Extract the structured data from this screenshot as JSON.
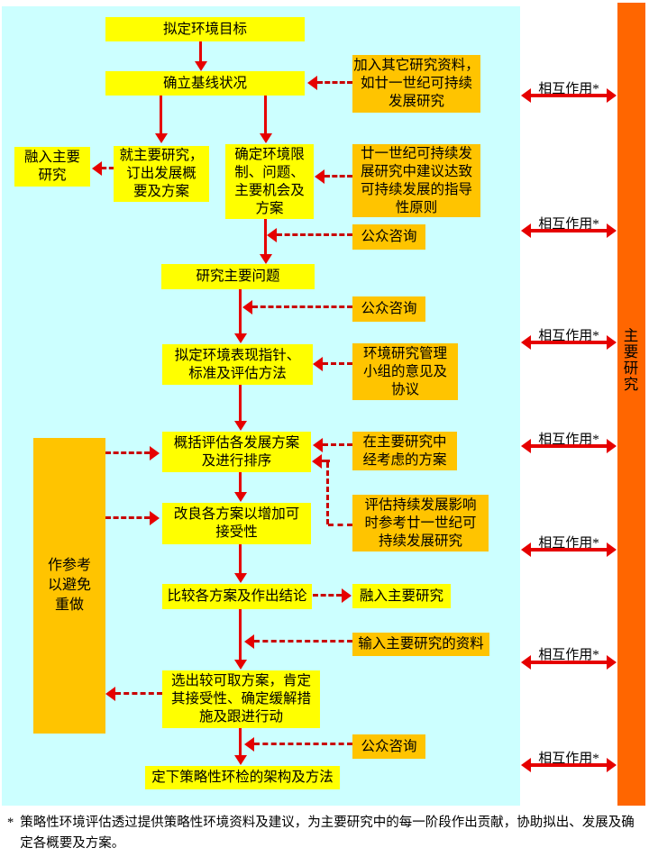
{
  "diagram": {
    "interaction_label": "相互作用*",
    "main_study_label": "主要研究",
    "footnote_marker": "*",
    "footnote": "策略性环境评估透过提供策略性环境资料及建议，为主要研究中的每一阶段作出贡献，协助拟出、发展及确定各概要及方案。",
    "colors": {
      "background_panel": "#ccffff",
      "process_box": "#ffff00",
      "input_box": "#ffc400",
      "main_study_bar": "#ff6600",
      "arrow": "#e60000"
    },
    "nodes": {
      "set_env_goals": "拟定环境目标",
      "establish_baseline": "确立基线状况",
      "merge_main_study_left": "融入主要\n研究",
      "draft_development_brief": "就主要研究，\n订出发展概\n要及方案",
      "identify_constraints": "确定环境限\n制、问题、\n主要机会及\n方案",
      "add_other_study_data": "加入其它研究资料，\n如廿一世纪可持续\n发展研究",
      "century21_principles": "廿一世纪可持续发\n展研究中建议达致\n可持续发展的指导\n性原则",
      "public_consultation_1": "公众咨询",
      "study_key_issues": "研究主要问题",
      "public_consultation_2": "公众咨询",
      "set_performance_indicators": "拟定环境表现指针、\n标准及评估方法",
      "management_group_views": "环境研究管理\n小组的意见及\n协议",
      "evaluate_rank_options": "概括评估各发展方案\n及进行排序",
      "options_considered": "在主要研究中\n经考虑的方案",
      "improve_options": "改良各方案以增加可\n接受性",
      "sustainability_reference": "评估持续发展影响\n时参考廿一世纪可\n持续发展研究",
      "reference_avoid_duplication": "作参考\n以避免\n重做",
      "compare_options_conclude": "比较各方案及作出结论",
      "merge_main_study_right": "融入主要研究",
      "main_study_input": "输入主要研究的资料",
      "select_preferred_option": "选出较可取方案，肯定\n其接受性、确定缓解措\n施及跟进行动",
      "public_consultation_3": "公众咨询",
      "finalize_sea_framework": "定下策略性环检的架构及方法"
    }
  }
}
